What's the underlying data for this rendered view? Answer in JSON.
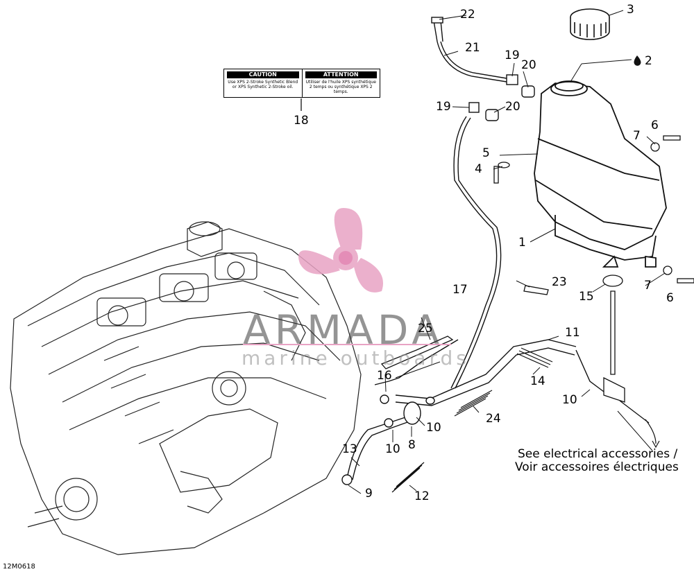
{
  "diagram": {
    "callouts": [
      "1",
      "2",
      "3",
      "4",
      "5",
      "6",
      "6",
      "7",
      "7",
      "8",
      "9",
      "10",
      "10",
      "10",
      "11",
      "12",
      "13",
      "14",
      "15",
      "16",
      "17",
      "18",
      "19",
      "19",
      "20",
      "20",
      "21",
      "22",
      "23",
      "24",
      "25"
    ],
    "note_line1": "See electrical accessories /",
    "note_line2": "Voir accessoires électriques",
    "figure_id": "12M0618",
    "decal": {
      "left_head": "CAUTION",
      "left_text": "Use XPS 2-Stroke Synthetic Blend or XPS Synthetic 2-Stroke oil.",
      "right_head": "ATTENTION",
      "right_text": "Utiliser de l'huile XPS synthétique 2 temps ou synthétique XPS 2 temps."
    }
  },
  "watermark": {
    "brand": "ARMADA",
    "tagline": "marine outboards",
    "logo_color": "#e8a3c4"
  }
}
